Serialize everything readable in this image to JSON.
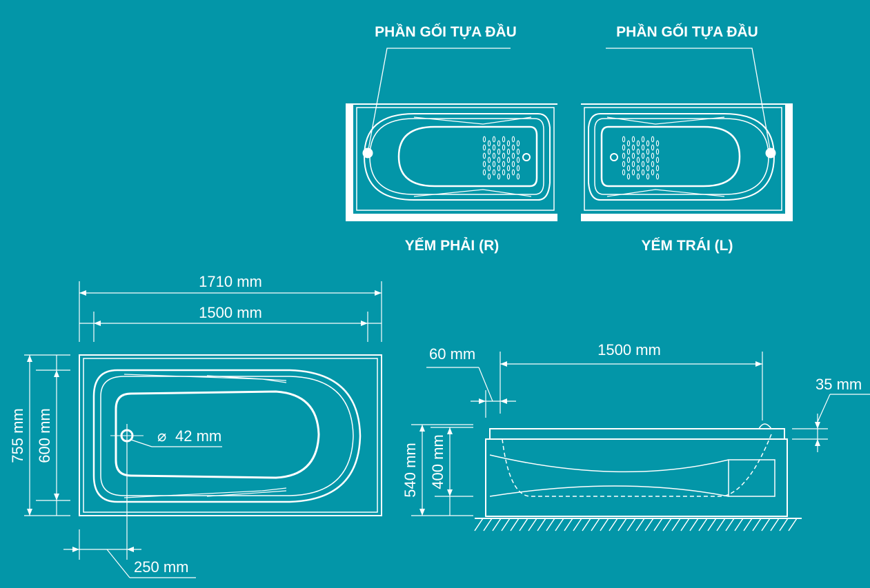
{
  "colors": {
    "background": "#0396a8",
    "line": "#ffffff",
    "panel_fill": "#ffffff"
  },
  "top_variants": {
    "right": {
      "headrest_label": "PHẦN GỐI TỰA ĐẦU",
      "caption": "YẾM PHẢI (R)"
    },
    "left": {
      "headrest_label": "PHẦN GỐI TỰA ĐẦU",
      "caption": "YẾM TRÁI (L)"
    }
  },
  "plan_view": {
    "overall_length": "1710 mm",
    "inner_length": "1500 mm",
    "overall_width": "755 mm",
    "inner_width": "600 mm",
    "drain_diameter": "42 mm",
    "drain_symbol": "⌀",
    "drain_offset": "250 mm"
  },
  "side_view": {
    "rim_width": "60 mm",
    "inner_length": "1500 mm",
    "rim_height": "35 mm",
    "total_height": "540 mm",
    "inner_depth": "400 mm"
  }
}
